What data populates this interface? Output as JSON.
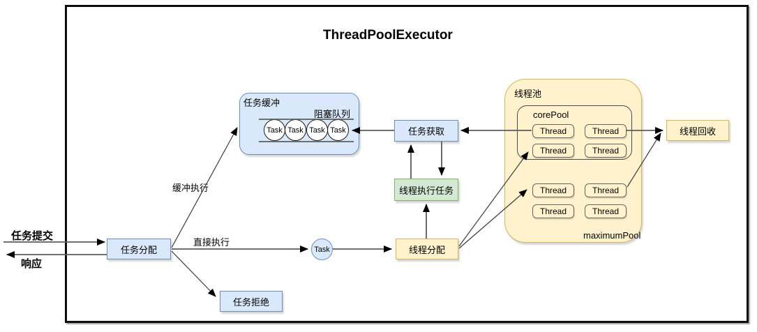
{
  "title": "ThreadPoolExecutor",
  "colors": {
    "blue_fill": "#dae8fc",
    "blue_border": "#6c8ebf",
    "green_fill": "#d5e8d4",
    "green_border": "#82b366",
    "yellow_fill": "#fff2cc",
    "yellow_border": "#d6b656"
  },
  "io": {
    "submit": "任务提交",
    "response": "响应"
  },
  "edges": {
    "buffered": "缓冲执行",
    "direct": "直接执行"
  },
  "nodes": {
    "task_dispatch": "任务分配",
    "task_reject": "任务拒绝",
    "task_buffer": "任务缓冲",
    "blocking_queue": "阻塞队列",
    "task_fetch": "任务获取",
    "thread_execute": "线程执行任务",
    "thread_dispatch": "线程分配",
    "thread_pool": "线程池",
    "core_pool": "corePool",
    "maximum_pool": "maximumPool",
    "thread_recycle": "线程回收",
    "task": "Task"
  },
  "queue_tasks": [
    "Task",
    "Task",
    "Task",
    "Task"
  ],
  "core_threads": [
    "Thread",
    "Thread",
    "Thread",
    "Thread"
  ],
  "maximum_threads": [
    "Thread",
    "Thread",
    "Thread",
    "Thread"
  ]
}
